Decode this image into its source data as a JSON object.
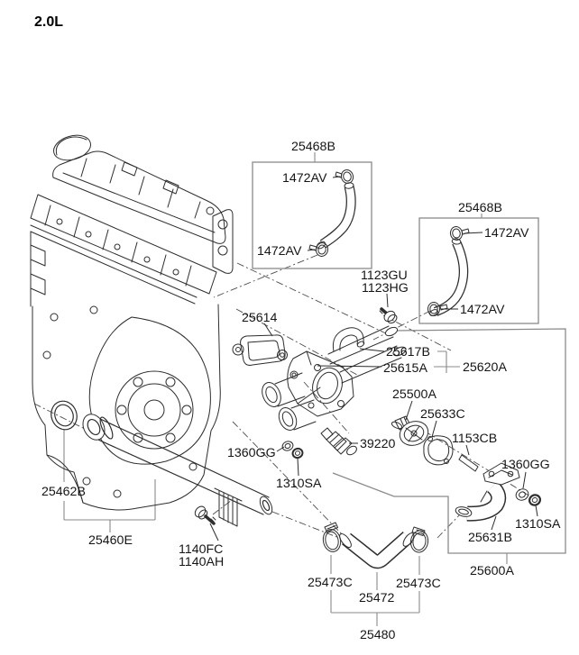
{
  "title": "2.0L",
  "colors": {
    "background": "#ffffff",
    "line_art": "#2e2e2e",
    "frame_boxes": "#8a8a8a",
    "text": "#151515",
    "dash_leader": "#4d4d4d"
  },
  "callouts": [
    {
      "id": "box1-title",
      "text": "25468B"
    },
    {
      "id": "box1-clamp-upper",
      "text": "1472AV"
    },
    {
      "id": "box1-clamp-lower",
      "text": "1472AV"
    },
    {
      "id": "box2-title",
      "text": "25468B"
    },
    {
      "id": "box2-clamp-upper",
      "text": "1472AV"
    },
    {
      "id": "box2-clamp-lower",
      "text": "1472AV"
    },
    {
      "id": "bolt-a",
      "text": "1123GU"
    },
    {
      "id": "bolt-a-alt",
      "text": "1123HG"
    },
    {
      "id": "gasket-inlet",
      "text": "25614"
    },
    {
      "id": "pipe-sub-a",
      "text": "25617B"
    },
    {
      "id": "pipe-sub-b",
      "text": "25615A"
    },
    {
      "id": "fitting-assembly",
      "text": "25620A"
    },
    {
      "id": "thermostat",
      "text": "25500A"
    },
    {
      "id": "gasket-thermostat",
      "text": "25633C"
    },
    {
      "id": "stud-pin",
      "text": "1153CB"
    },
    {
      "id": "temp-sensor",
      "text": "39220"
    },
    {
      "id": "oring-left",
      "text": "1360GG"
    },
    {
      "id": "washer-left",
      "text": "1310SA"
    },
    {
      "id": "oring-pipe",
      "text": "25462B"
    },
    {
      "id": "coolant-pipe",
      "text": "25460E"
    },
    {
      "id": "bolt-b",
      "text": "1140FC"
    },
    {
      "id": "bolt-b-alt",
      "text": "1140AH"
    },
    {
      "id": "hose-clamp-left",
      "text": "25473C"
    },
    {
      "id": "lower-hose",
      "text": "25472"
    },
    {
      "id": "hose-clamp-right",
      "text": "25473C"
    },
    {
      "id": "lower-hose-assembly",
      "text": "25480"
    },
    {
      "id": "water-outlet-elbow",
      "text": "25631B"
    },
    {
      "id": "outlet-assembly",
      "text": "25600A"
    },
    {
      "id": "oring-right",
      "text": "1360GG"
    },
    {
      "id": "washer-right",
      "text": "1310SA"
    }
  ],
  "assembly_boxes": [
    {
      "position": "upper-left",
      "label": "25468B",
      "contains": [
        "1472AV",
        "1472AV"
      ]
    },
    {
      "position": "upper-right",
      "label": "25468B",
      "contains": [
        "1472AV",
        "1472AV"
      ]
    },
    {
      "position": "lower-right",
      "label": "25600A",
      "contains": [
        "25620A",
        "25631B",
        "1153CB",
        "1360GG",
        "1310SA"
      ]
    }
  ]
}
